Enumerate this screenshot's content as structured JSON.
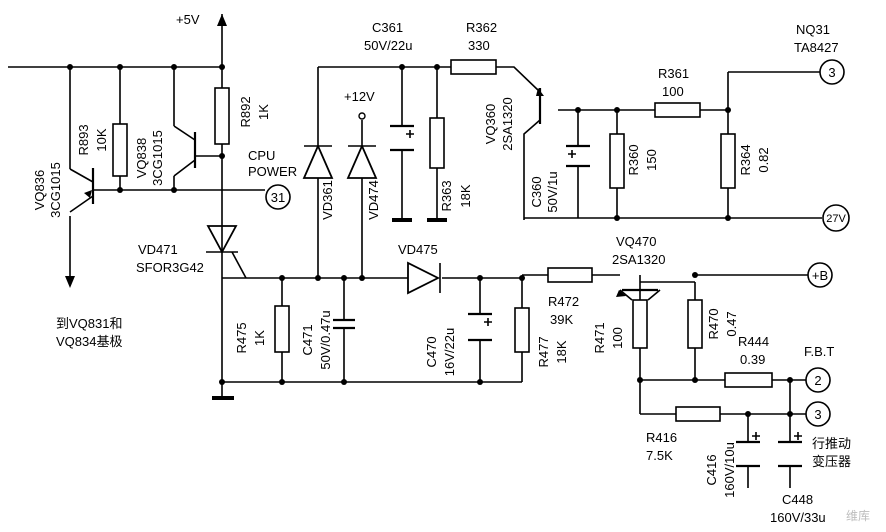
{
  "rails": {
    "plus5v": "+5V",
    "plus12v": "+12V"
  },
  "parts": {
    "r893": {
      "ref": "R893",
      "value": "10K"
    },
    "r892": {
      "ref": "R892",
      "value": "1K"
    },
    "vq836": {
      "ref": "VQ836",
      "value": "3CG1015"
    },
    "vq838": {
      "ref": "VQ838",
      "value": "3CG1015"
    },
    "c361": {
      "ref": "C361",
      "value": "50V/22u"
    },
    "r362": {
      "ref": "R362",
      "value": "330"
    },
    "r363": {
      "ref": "R363",
      "value": "18K"
    },
    "vd361": {
      "ref": "VD361"
    },
    "vd474": {
      "ref": "VD474"
    },
    "vq360": {
      "ref": "VQ360",
      "value": "2SA1320"
    },
    "c360": {
      "ref": "C360",
      "value": "50V/1u"
    },
    "r360": {
      "ref": "R360",
      "value": "150"
    },
    "r361": {
      "ref": "R361",
      "value": "100"
    },
    "r364": {
      "ref": "R364",
      "value": "0.82"
    },
    "vd471": {
      "ref": "VD471",
      "value": "SFOR3G42"
    },
    "r475": {
      "ref": "R475",
      "value": "1K"
    },
    "c471": {
      "ref": "C471",
      "value": "50V/0.47u"
    },
    "vd475": {
      "ref": "VD475"
    },
    "c470": {
      "ref": "C470",
      "value": "16V/22u"
    },
    "r477": {
      "ref": "R477",
      "value": "18K"
    },
    "r472": {
      "ref": "R472",
      "value": "39K"
    },
    "vq470": {
      "ref": "VQ470",
      "value": "2SA1320"
    },
    "r471": {
      "ref": "R471",
      "value": "100"
    },
    "r470": {
      "ref": "R470",
      "value": "0.47"
    },
    "r444": {
      "ref": "R444",
      "value": "0.39"
    },
    "r416": {
      "ref": "R416",
      "value": "7.5K"
    },
    "c416": {
      "ref": "C416",
      "value": "160V/10u"
    },
    "c448": {
      "ref": "C448",
      "value": "160V/33u"
    }
  },
  "labels": {
    "cpu": "CPU",
    "power": "POWER",
    "nq31": "NQ31",
    "ta8427": "TA8427",
    "fbt": "F.B.T",
    "to_vq_line1": "到VQ831和",
    "to_vq_line2": "VQ834基极",
    "transformer_line1": "行推动",
    "transformer_line2": "变压器",
    "watermark": "维库"
  },
  "terminals": {
    "t31": "31",
    "t3_top": "3",
    "t27v": "27V",
    "tB": "+B",
    "t2": "2",
    "t3_bot": "3"
  }
}
